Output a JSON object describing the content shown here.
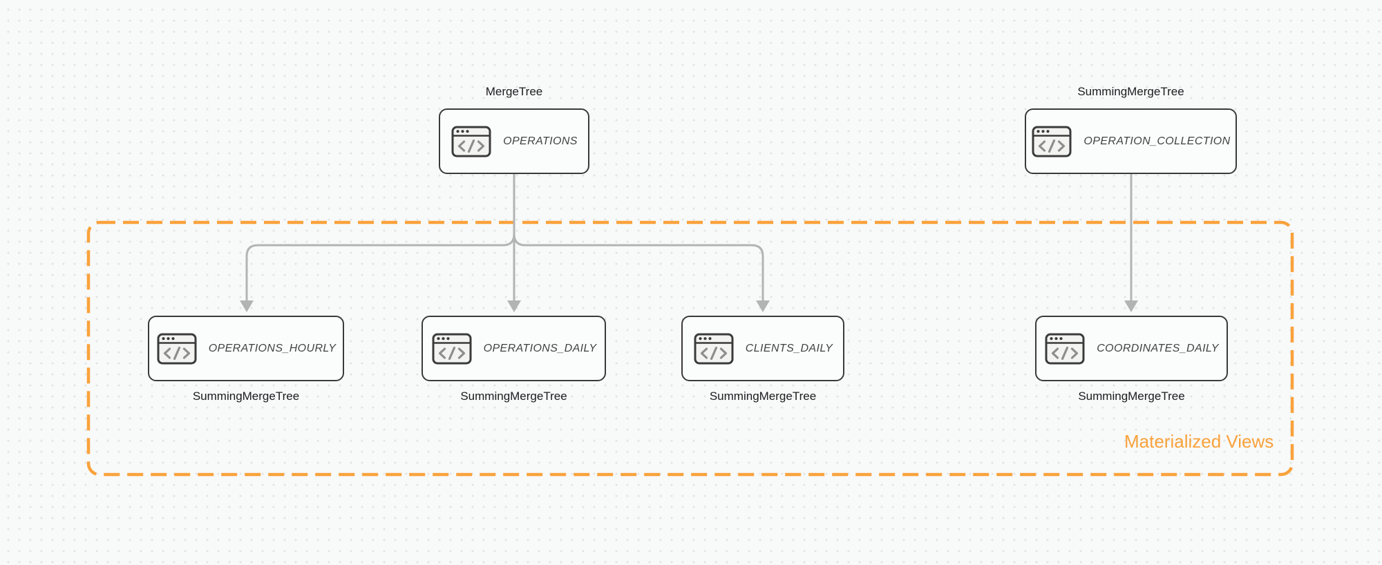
{
  "diagram": {
    "nodes": [
      {
        "id": "operations",
        "label": "OPERATIONS",
        "engine": "MergeTree",
        "engine_position": "above"
      },
      {
        "id": "operation_collection",
        "label": "OPERATION_COLLECTION",
        "engine": "SummingMergeTree",
        "engine_position": "above"
      },
      {
        "id": "operations_hourly",
        "label": "OPERATIONS_HOURLY",
        "engine": "SummingMergeTree",
        "engine_position": "below"
      },
      {
        "id": "operations_daily",
        "label": "OPERATIONS_DAILY",
        "engine": "SummingMergeTree",
        "engine_position": "below"
      },
      {
        "id": "clients_daily",
        "label": "CLIENTS_DAILY",
        "engine": "SummingMergeTree",
        "engine_position": "below"
      },
      {
        "id": "coordinates_daily",
        "label": "COORDINATES_DAILY",
        "engine": "SummingMergeTree",
        "engine_position": "below"
      }
    ],
    "edges": [
      {
        "from": "operations",
        "to": "operations_hourly"
      },
      {
        "from": "operations",
        "to": "operations_daily"
      },
      {
        "from": "operations",
        "to": "clients_daily"
      },
      {
        "from": "operation_collection",
        "to": "coordinates_daily"
      }
    ],
    "group": {
      "label": "Materialized Views"
    },
    "icons": {
      "node_icon": "code-window-icon"
    },
    "colors": {
      "accent_orange": "#f9a23b",
      "arrow_gray": "#b2b4b4",
      "node_border": "#3a3a3a",
      "node_fill": "#fbfcfc",
      "background": "#f8f9f9"
    }
  }
}
